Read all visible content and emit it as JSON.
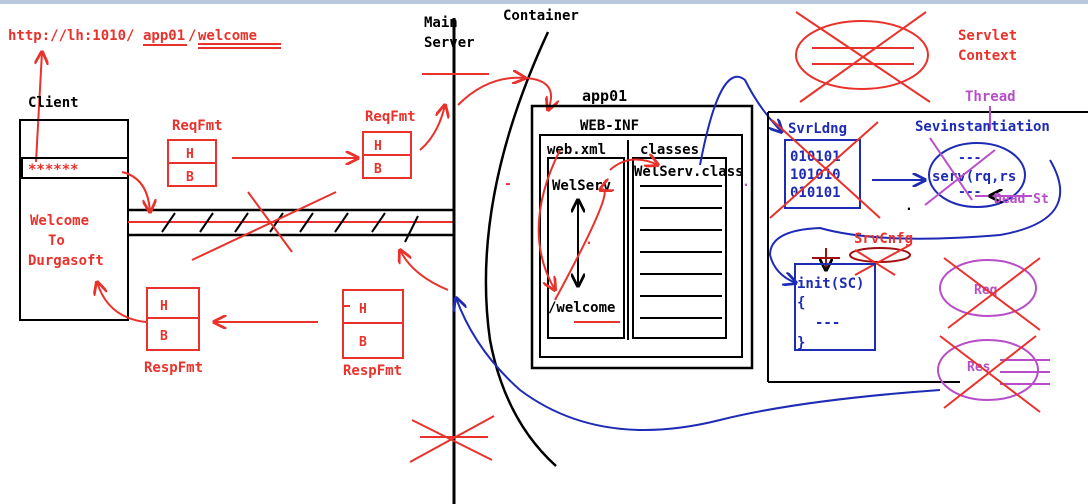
{
  "colors": {
    "red": "#e8322b",
    "blue": "#1d2bb5",
    "purple": "#b84dc8",
    "black": "#000000",
    "darkred": "#a01010"
  },
  "labels": {
    "url_prefix": "http://lh:1010/",
    "url_app": "app01",
    "url_sep": "/",
    "url_page": "welcome",
    "client": "Client",
    "password": "******",
    "welcome1": "Welcome",
    "welcome2": "To",
    "welcome3": "Durgasoft",
    "reqfmt": "ReqFmt",
    "respfmt": "RespFmt",
    "h": "H",
    "b": "B",
    "main1": "Main",
    "main2": "Server",
    "container": "Container",
    "app01": "app01",
    "webinf": "WEB-INF",
    "webxml": "web.xml",
    "classes": "classes",
    "welserv": "WelServ",
    "welserv_class": "WelServ.class",
    "slash_welcome": "/welcome",
    "servlet1": "Servlet",
    "servlet2": "Context",
    "thread": "Thread",
    "svrldng": "SvrLdng",
    "bin1": "010101",
    "bin2": "101010",
    "bin3": "010101",
    "sevinst": "Sevinstantiation",
    "dash": "---",
    "serv": "serv(rq,rs",
    "deadst": "Dead St",
    "srvcnfg": "SrvCnfg",
    "init": "init(SC)",
    "brace_open": "{",
    "brace_close": "}",
    "req": "Req",
    "res": "Res"
  }
}
